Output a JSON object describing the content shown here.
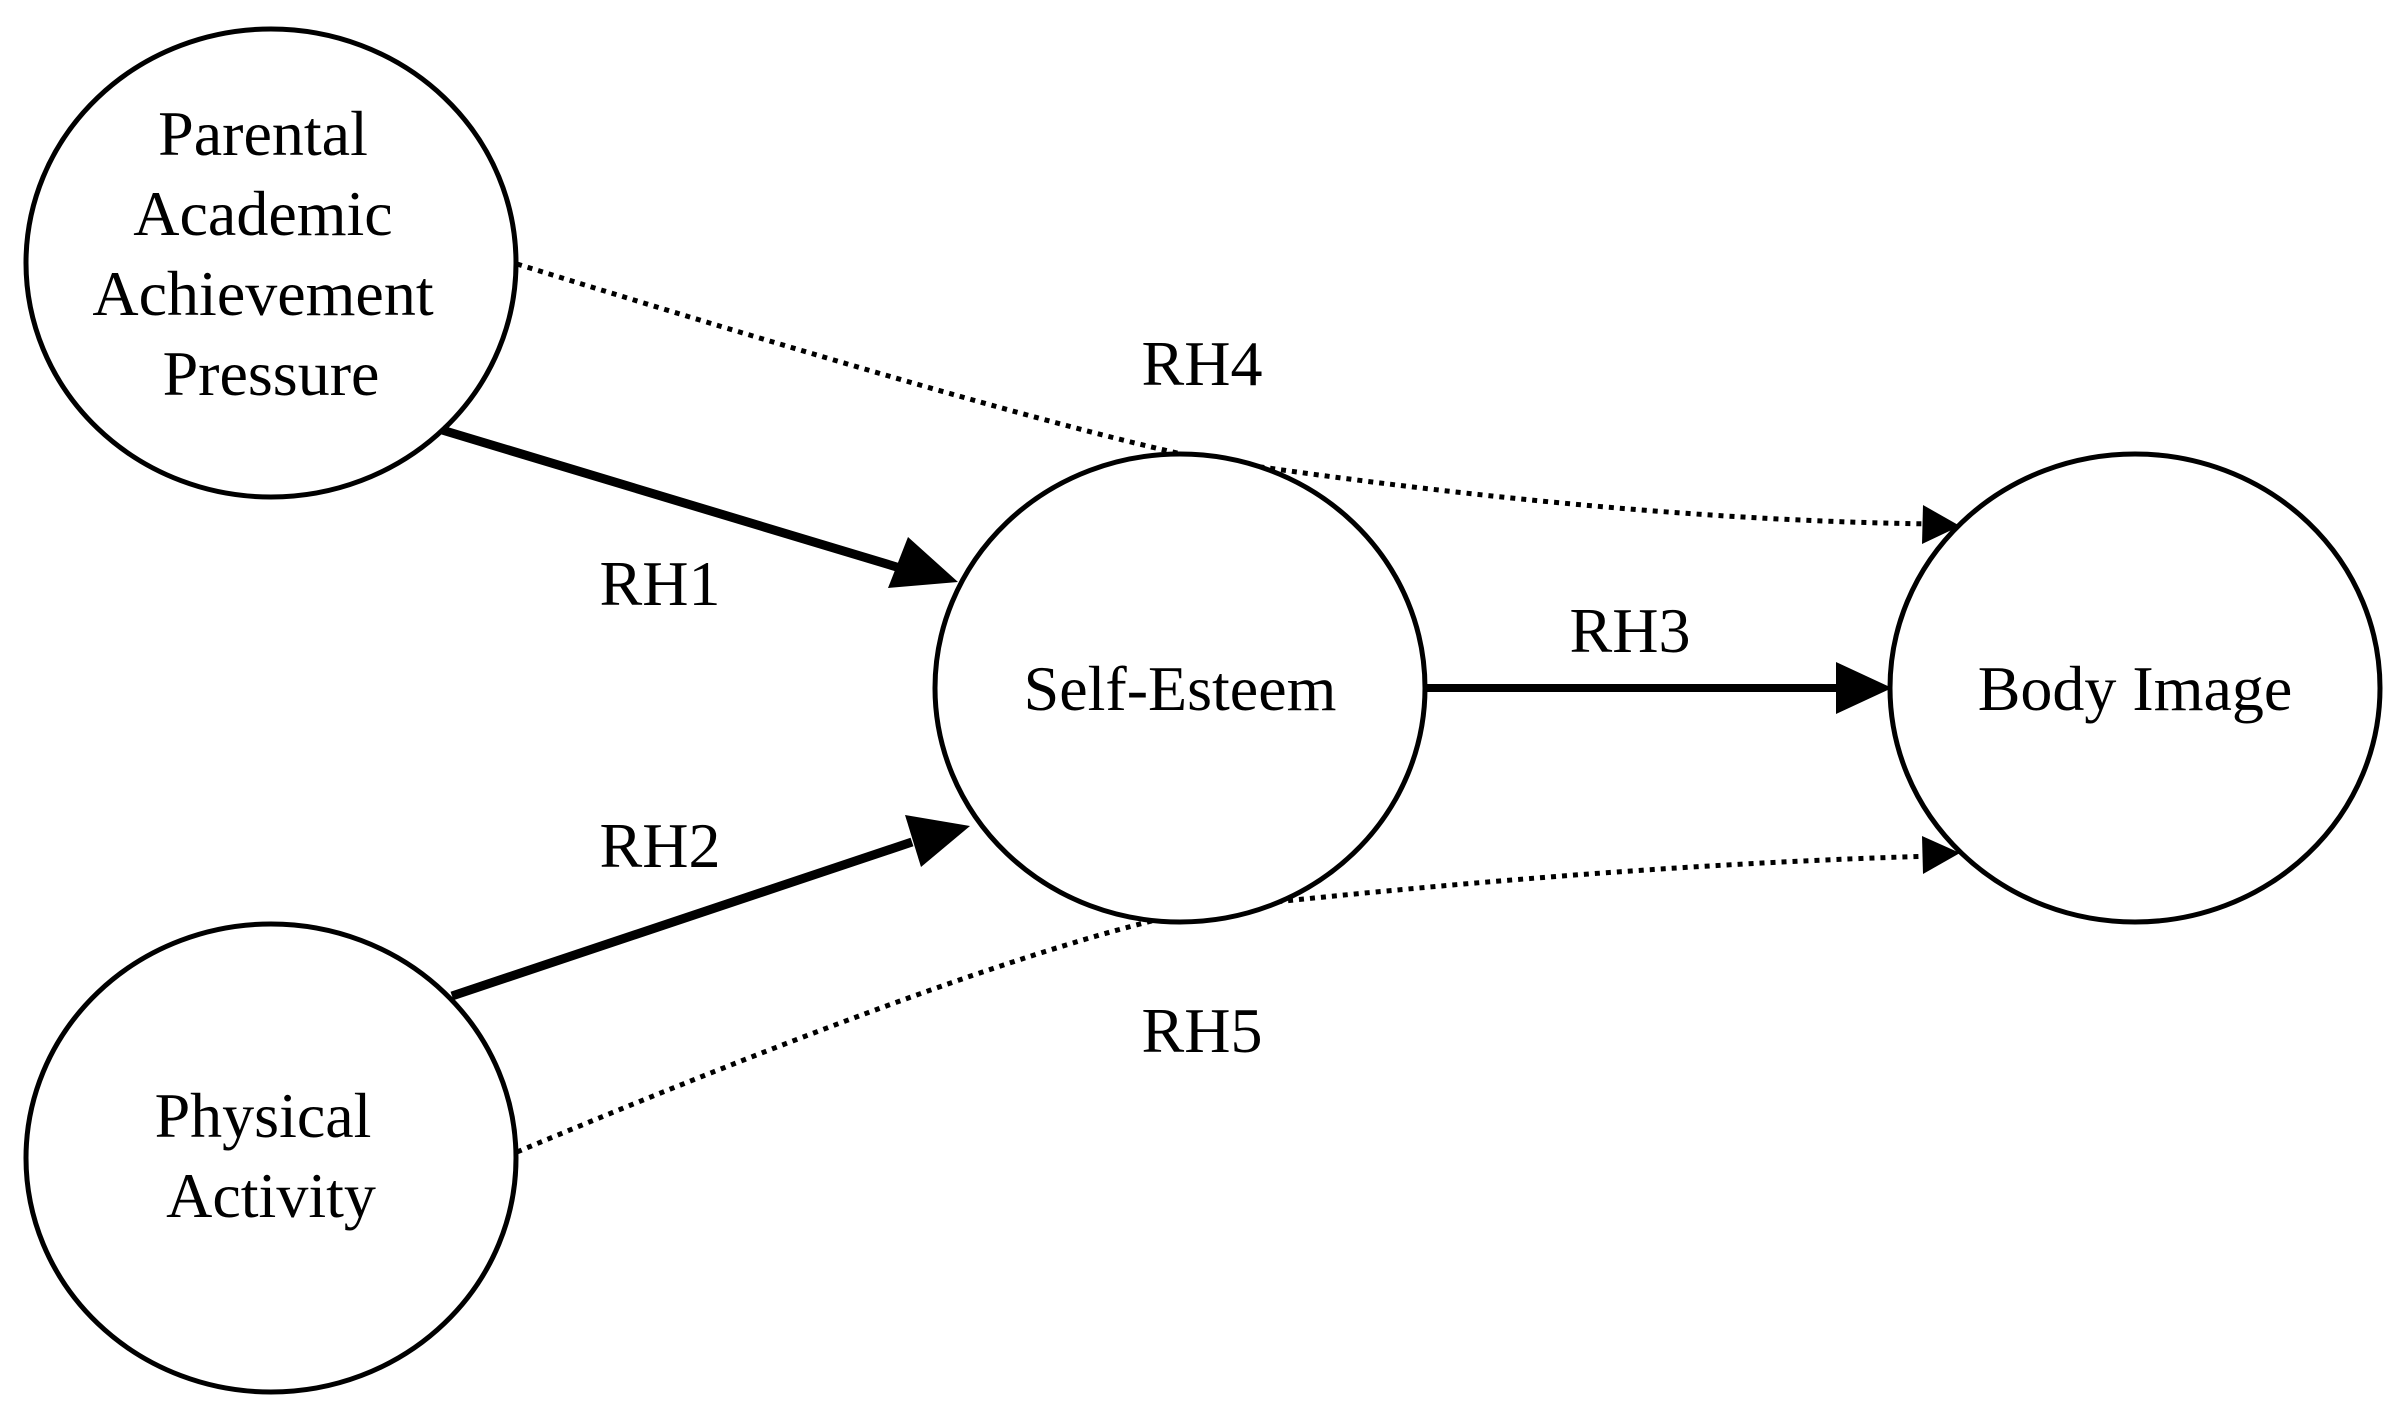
{
  "nodes": {
    "parental_pressure": {
      "lines": [
        "Parental",
        "Academic",
        "Achievement",
        "Pressure"
      ]
    },
    "physical_activity": {
      "lines": [
        "Physical",
        "Activity"
      ]
    },
    "self_esteem": {
      "lines": [
        "Self-Esteem"
      ]
    },
    "body_image": {
      "lines": [
        "Body Image"
      ]
    }
  },
  "edges": {
    "rh1": {
      "label": "RH1",
      "from": "Parental Academic Achievement Pressure",
      "to": "Self-Esteem",
      "style": "solid"
    },
    "rh2": {
      "label": "RH2",
      "from": "Physical Activity",
      "to": "Self-Esteem",
      "style": "solid"
    },
    "rh3": {
      "label": "RH3",
      "from": "Self-Esteem",
      "to": "Body Image",
      "style": "solid"
    },
    "rh4": {
      "label": "RH4",
      "from": "Parental Academic Achievement Pressure",
      "to": "Body Image",
      "style": "dotted"
    },
    "rh5": {
      "label": "RH5",
      "from": "Physical Activity",
      "to": "Body Image",
      "style": "dotted"
    }
  }
}
